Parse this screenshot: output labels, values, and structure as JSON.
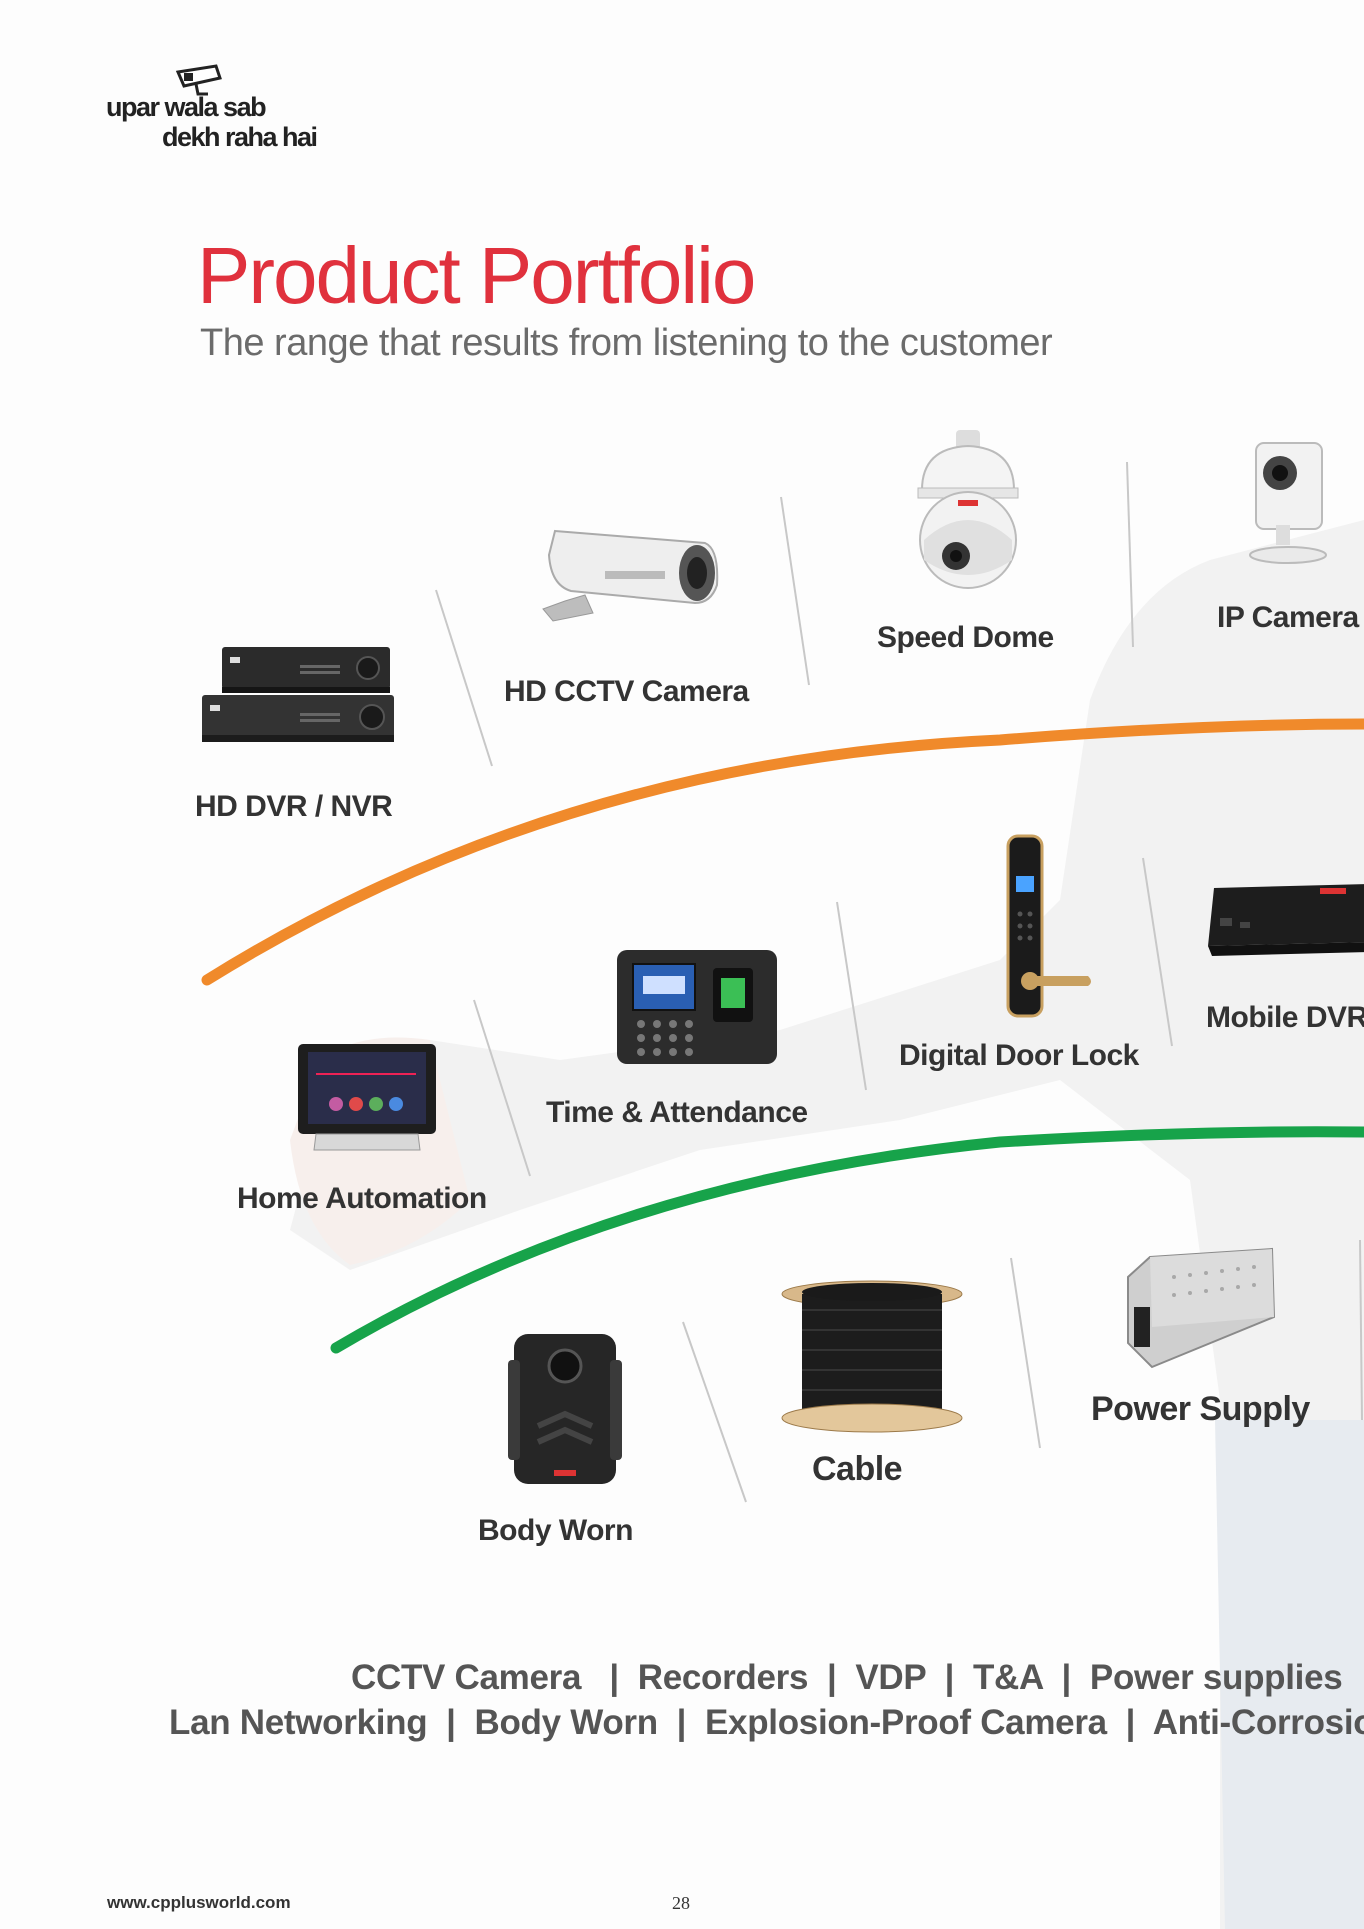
{
  "logo": {
    "line1": "upar wala sab",
    "line2": "dekh raha hai",
    "icon": "cctv-camera-icon"
  },
  "header": {
    "title": "Product Portfolio",
    "subtitle": "The range that results from listening to the customer"
  },
  "products": {
    "hd_dvr_nvr": "HD DVR / NVR",
    "hd_cctv_camera": "HD CCTV Camera",
    "speed_dome": "Speed Dome",
    "ip_camera": "IP Camera",
    "home_automation": "Home Automation",
    "time_attendance": "Time & Attendance",
    "digital_door_lock": "Digital Door Lock",
    "mobile_dvr": "Mobile DVR",
    "body_worn": "Body Worn",
    "cable": "Cable",
    "power_supply": "Power Supply"
  },
  "categories": {
    "line1": "CCTV Camera   |  Recorders  |  VDP  |  T&A  |  Power supplies",
    "line2": "Lan Networking  |  Body Worn  |  Explosion-Proof Camera  |  Anti-Corrosion"
  },
  "colors": {
    "title": "#e0313d",
    "orange_arc": "#f08a2b",
    "green_arc": "#17a34a"
  },
  "footer": {
    "url": "www.cpplusworld.com",
    "page_number": "28"
  }
}
